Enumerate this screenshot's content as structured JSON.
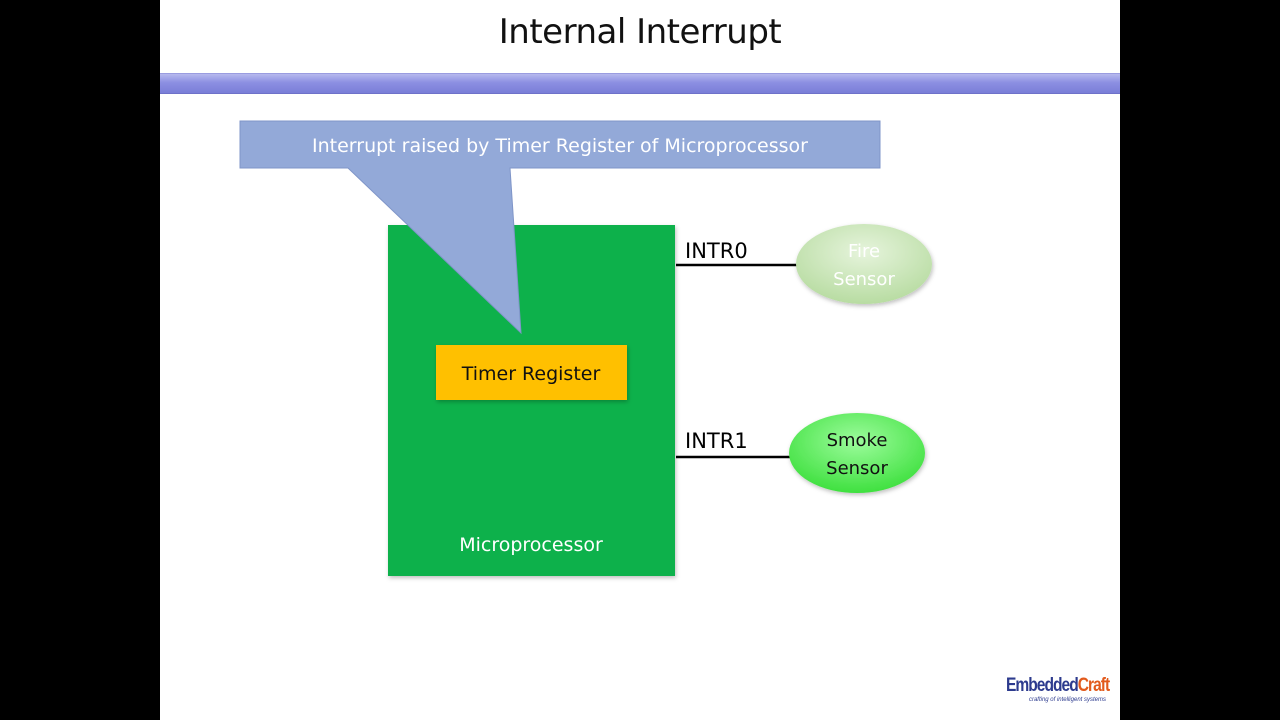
{
  "slide": {
    "title": "Internal Interrupt"
  },
  "callout": {
    "text": "Interrupt raised by Timer Register of Microprocessor"
  },
  "microprocessor": {
    "label": "Microprocessor",
    "register_label": "Timer Register"
  },
  "interrupt_lines": [
    {
      "label": "INTR0",
      "sensor_line1": "Fire",
      "sensor_line2": "Sensor"
    },
    {
      "label": "INTR1",
      "sensor_line1": "Smoke",
      "sensor_line2": "Sensor"
    }
  ],
  "logo": {
    "part1": "Embedded",
    "part2": "Craft",
    "tagline": "crafting of intelligent systems"
  },
  "colors": {
    "slide_background": "#ffffff",
    "letterbox": "#000000",
    "title_bar": "#8c8fe2",
    "callout_fill": "#93a9d8",
    "microprocessor_fill": "#0db14b",
    "timer_register_fill": "#ffc000",
    "fire_sensor_fill": "#c8e6b0",
    "smoke_sensor_fill": "#66f066"
  }
}
